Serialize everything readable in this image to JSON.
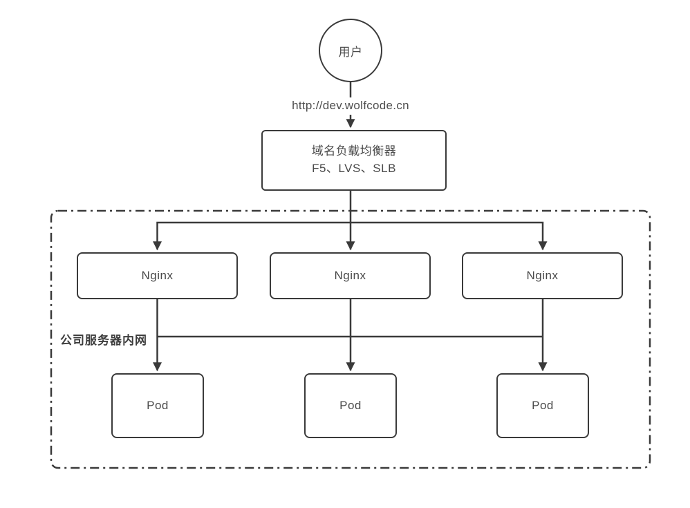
{
  "diagram": {
    "user": {
      "label": "用户"
    },
    "request_url": "http://dev.wolfcode.cn",
    "load_balancer": {
      "line1": "域名负载均衡器",
      "line2": "F5、LVS、SLB"
    },
    "intranet_label": "公司服务器内网",
    "nginx": [
      {
        "label": "Nginx"
      },
      {
        "label": "Nginx"
      },
      {
        "label": "Nginx"
      }
    ],
    "pods": [
      {
        "label": "Pod"
      },
      {
        "label": "Pod"
      },
      {
        "label": "Pod"
      }
    ],
    "colors": {
      "stroke": "#3a3a3a",
      "text": "#4a4a4a",
      "background": "#ffffff"
    }
  }
}
